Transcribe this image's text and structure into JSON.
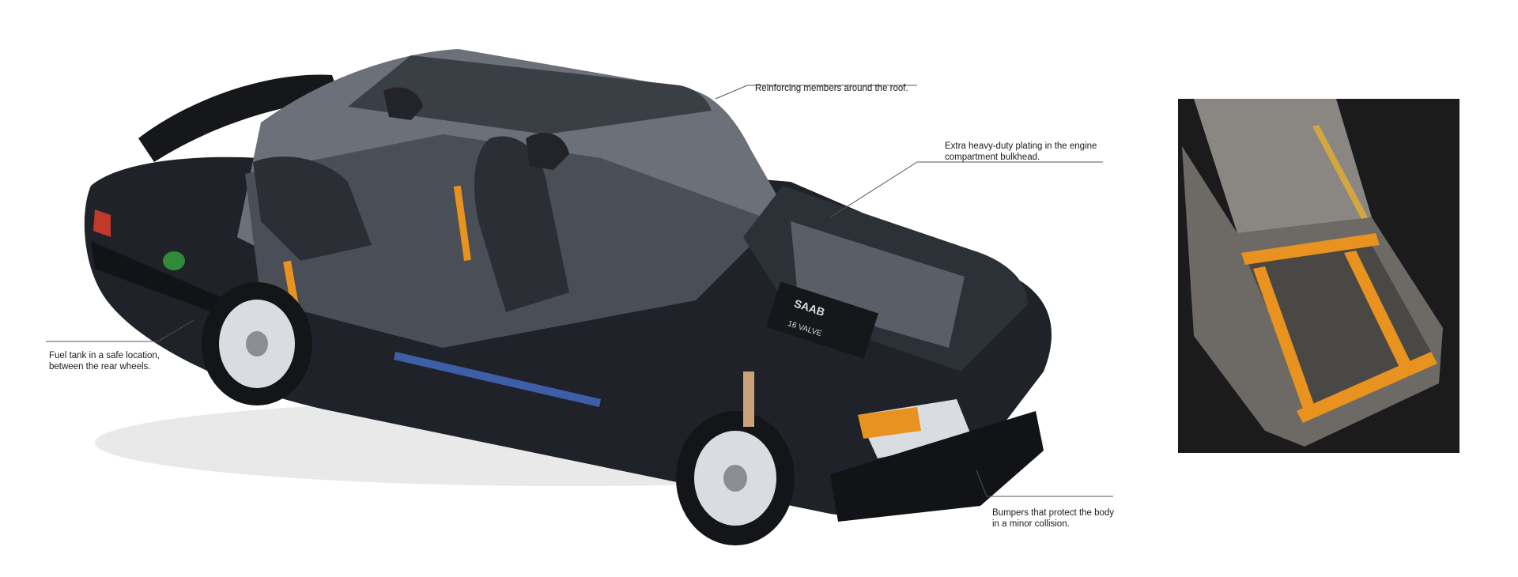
{
  "callouts": {
    "roof": {
      "lines": [
        "Reinforcing members around the roof."
      ]
    },
    "bulkhead": {
      "lines": [
        "Extra heavy-duty plating in the engine",
        "compartment bulkhead."
      ]
    },
    "fuel": {
      "lines": [
        "Fuel tank in a safe location,",
        "between the rear wheels."
      ]
    },
    "bumper": {
      "lines": [
        "Bumpers that protect the body",
        "in a minor collision."
      ]
    }
  },
  "car_badge": {
    "brand": "SAAB",
    "engine": "16 VALVE"
  },
  "colors": {
    "body": "#1f2228",
    "glass": "#6b7079",
    "chrome": "#d9dce0",
    "accent_orange": "#e8921f",
    "blue_trim": "#3e5ea8",
    "inset_bg": "#1b1b1b",
    "inset_body": "#8a8783"
  }
}
